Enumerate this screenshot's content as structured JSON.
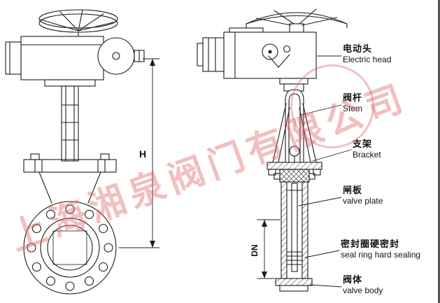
{
  "watermark": {
    "text": "上海湘泉阀门有限公司",
    "color": "#dd6666"
  },
  "dimensions": {
    "height": "H",
    "nominal_diameter": "DN"
  },
  "part_labels": {
    "electric_head": {
      "zh": "电动头",
      "en": "Electric head"
    },
    "stem": {
      "zh": "阀杆",
      "en": "Stem"
    },
    "bracket": {
      "zh": "支架",
      "en": "Bracket"
    },
    "valve_plate": {
      "zh": "闸板",
      "en": "valve plate"
    },
    "seal_ring": {
      "zh": "密封圈硬密封",
      "en": "seal ring hard sealing"
    },
    "valve_body": {
      "zh": "阀体",
      "en": "valve body"
    }
  },
  "colors": {
    "line": "#1c1c1c",
    "watermark": "#dd6666"
  }
}
